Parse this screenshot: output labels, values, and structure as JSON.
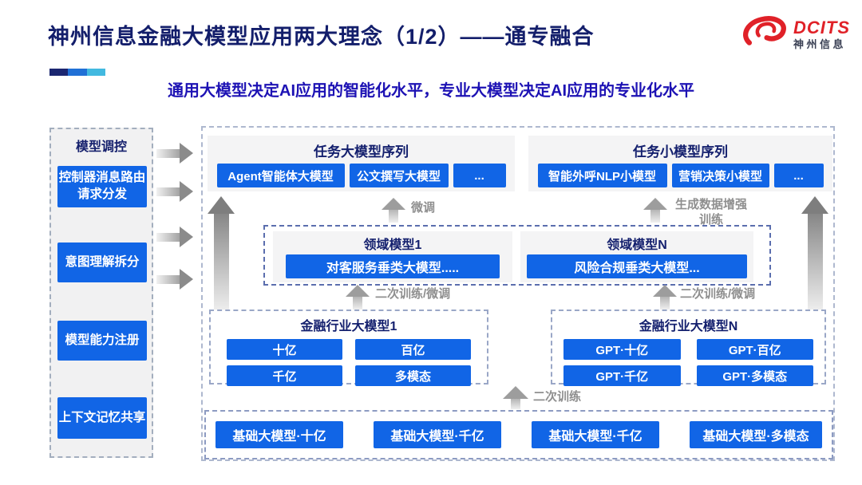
{
  "header": {
    "title": "神州信息金融大模型应用两大理念（1/2）——通专融合",
    "subtitle": "通用大模型决定AI应用的智能化水平，专业大模型决定AI应用的专业化水平",
    "logo_brand": "DCITS",
    "logo_name": "神州信息"
  },
  "sidebar": {
    "title": "模型调控",
    "items": [
      {
        "label": "控制器消息路由请求分发"
      },
      {
        "label": "意图理解拆分"
      },
      {
        "label": "模型能力注册"
      },
      {
        "label": "上下文记忆共享"
      }
    ]
  },
  "diagram": {
    "task_large": {
      "title": "任务大模型序列",
      "items": [
        "Agent智能体大模型",
        "公文撰写大模型",
        "..."
      ]
    },
    "task_small": {
      "title": "任务小模型序列",
      "items": [
        "智能外呼NLP小模型",
        "营销决策小模型",
        "..."
      ]
    },
    "arrow_labels": {
      "finetune": "微调",
      "augment": "生成数据增强训练",
      "retrain_finetune": "二次训练/微调",
      "retrain": "二次训练"
    },
    "domain_models": [
      {
        "title": "领域模型1",
        "item": "对客服务垂类大模型....."
      },
      {
        "title": "领域模型N",
        "item": "风险合规垂类大模型..."
      }
    ],
    "industry_models": [
      {
        "title": "金融行业大模型1",
        "items": [
          "十亿",
          "百亿",
          "千亿",
          "多模态"
        ]
      },
      {
        "title": "金融行业大模型N",
        "items": [
          "GPT·十亿",
          "GPT·百亿",
          "GPT·千亿",
          "GPT·多模态"
        ]
      }
    ],
    "base_models": [
      "基础大模型·十亿",
      "基础大模型·千亿",
      "基础大模型·千亿",
      "基础大模型·多模态"
    ]
  },
  "colors": {
    "title_navy": "#131e6b",
    "subtitle_blue": "#1d12b4",
    "button_blue": "#1165e6",
    "brand_red": "#e02128",
    "accent_navy": "#1b2670",
    "accent_blue": "#2070d6",
    "accent_cyan": "#42b9e0"
  }
}
